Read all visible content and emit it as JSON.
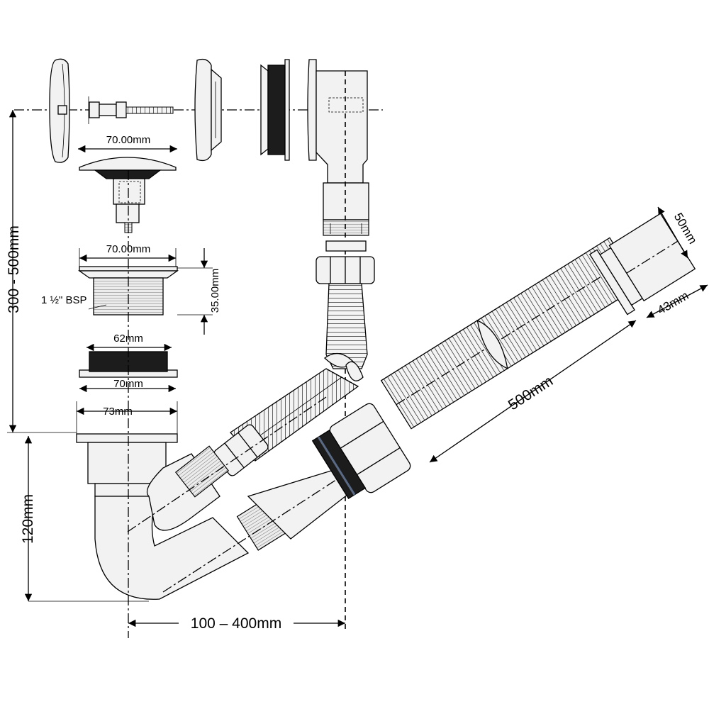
{
  "dimensions": {
    "top_width_1": "70.00mm",
    "top_width_2": "70.00mm",
    "body_height": "35.00mm",
    "thread": "1 ½\" BSP",
    "gasket_top": "62mm",
    "gasket_bottom": "70mm",
    "flange": "73mm",
    "height_range": "300 - 500mm",
    "trap_height": "120mm",
    "offset_range": "100 – 400mm",
    "hose_length": "500mm",
    "outlet_outer": "50mm",
    "outlet_inner": "43mm"
  },
  "colors": {
    "line": "#000000",
    "fill": "#f2f2f2",
    "gasket": "#1c1c1c",
    "ring": "#5a6a85"
  }
}
